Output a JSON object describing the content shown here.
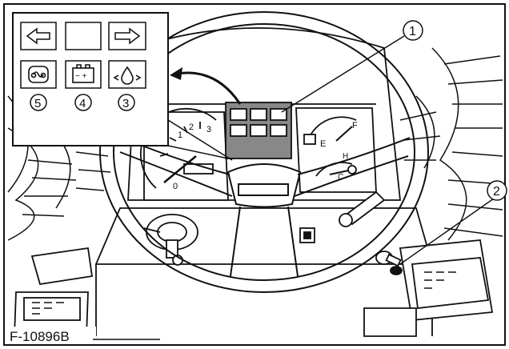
{
  "figure_id": "F-10896B",
  "callouts": [
    {
      "id": "callout-1",
      "label": "1"
    },
    {
      "id": "callout-2",
      "label": "2"
    }
  ],
  "inset_panel": {
    "indicators": [
      {
        "icon": "glow-plug-icon",
        "label": "5"
      },
      {
        "icon": "battery-charge-icon",
        "label": "4"
      },
      {
        "icon": "oil-pressure-icon",
        "label": "3"
      }
    ],
    "battery_symbols": "− +"
  },
  "gauges": {
    "tach_numbers": [
      "1",
      "2",
      "3"
    ],
    "tach_bottom": "0",
    "fuel_full": "F",
    "fuel_empty": "E",
    "temp_hot": "H",
    "temp_cold": "C"
  }
}
